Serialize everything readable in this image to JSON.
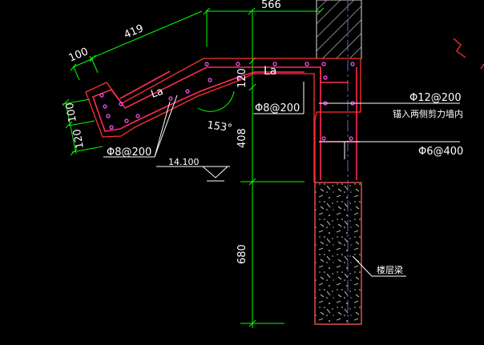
{
  "colors": {
    "background": "#000000",
    "dimension": "#00ff00",
    "concrete": "#ff3333",
    "rebar": "#ff2a55",
    "stirrup_dot": "#ff44ff",
    "hatch": "#d7d7d7",
    "text": "#ffffff"
  },
  "dimensions": {
    "top": "566",
    "slab_length": "419",
    "tip_width": "100",
    "end_top": "100",
    "end_bottom": "120",
    "slab_thickness": "120",
    "wall_upper": "408",
    "wall_lower": "680"
  },
  "labels": {
    "anchorage_tip": "La",
    "anchorage_top": "La",
    "angle": "153°",
    "stirrup_left": "Φ8@200",
    "stirrup_right": "Φ8@200",
    "main_bar": "Φ12@200",
    "main_bar_note": "锚入两侧剪力墙内",
    "distribution_bar": "Φ6@400",
    "elevation": "14.100",
    "floor_beam": "楼层梁"
  }
}
